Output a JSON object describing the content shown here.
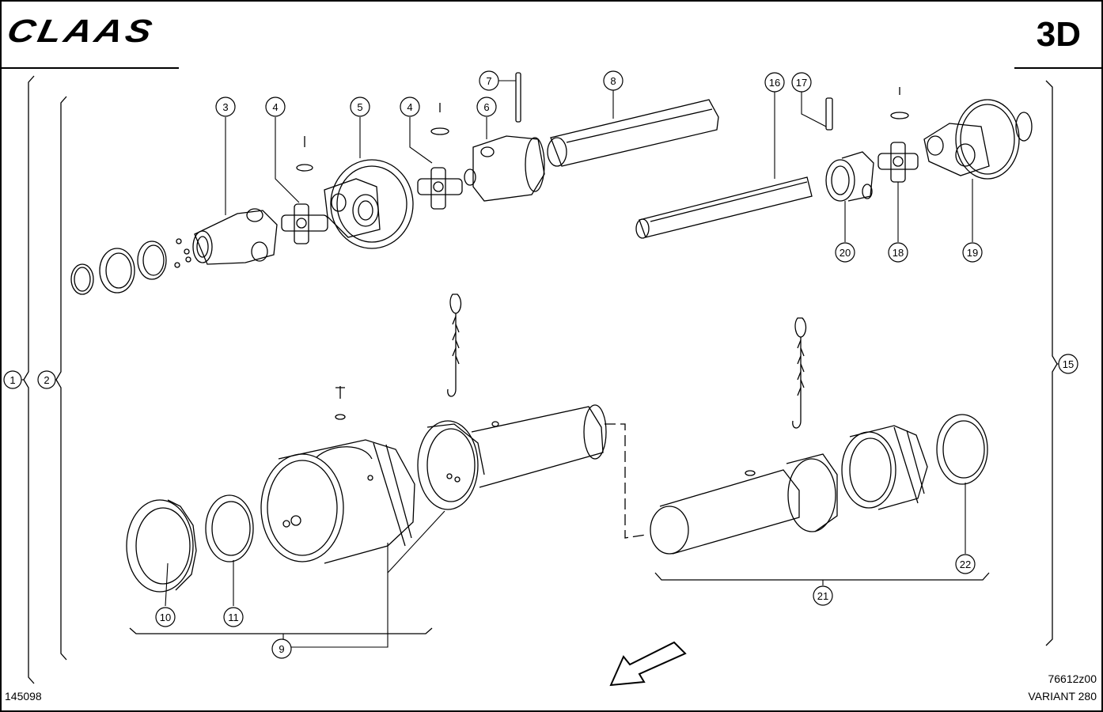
{
  "header": {
    "brand": "CLAAS",
    "page_code": "3D"
  },
  "footer": {
    "doc_number": "145098",
    "drawing_number": "76612z00",
    "variant": "VARIANT 280"
  },
  "callouts": [
    "1",
    "2",
    "3",
    "4",
    "5",
    "4",
    "6",
    "7",
    "8",
    "16",
    "17",
    "20",
    "18",
    "19",
    "9",
    "10",
    "11",
    "21",
    "22",
    "15"
  ]
}
